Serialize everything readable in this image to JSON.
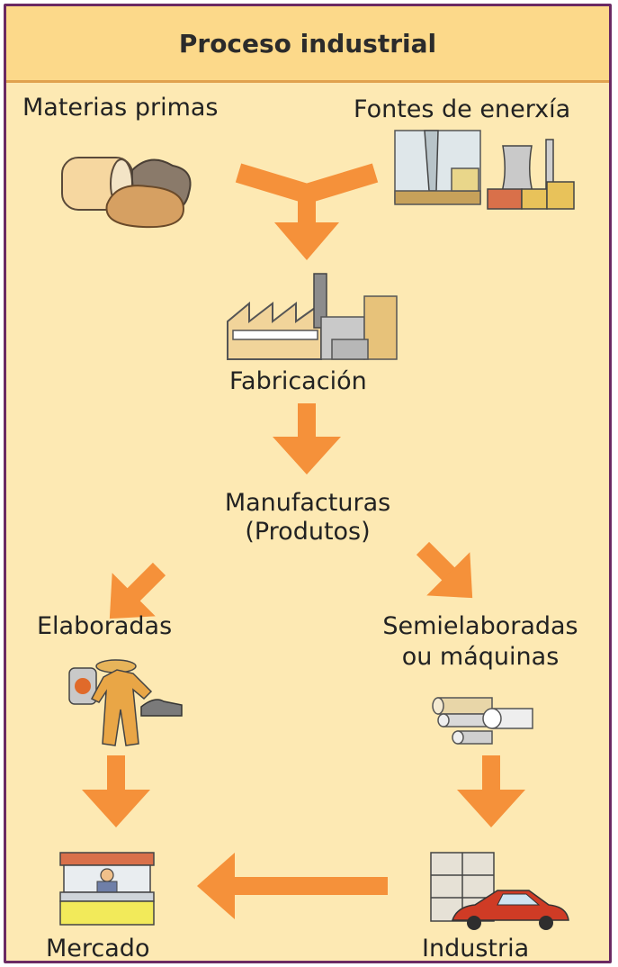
{
  "title": "Proceso industrial",
  "nodes": {
    "raw_materials": "Materias primas",
    "energy_sources": "Fontes de enerxía",
    "manufacturing": "Fabricación",
    "products_line1": "Manufacturas",
    "products_line2": "(Produtos)",
    "finished": "Elaboradas",
    "semi_line1": "Semielaboradas",
    "semi_line2": "ou máquinas",
    "market": "Mercado",
    "industry": "Industria"
  },
  "colors": {
    "arrow": "#f5913a",
    "panel": "#fde9b3",
    "title_bar": "#fcd98a",
    "border": "#6b2a63"
  }
}
